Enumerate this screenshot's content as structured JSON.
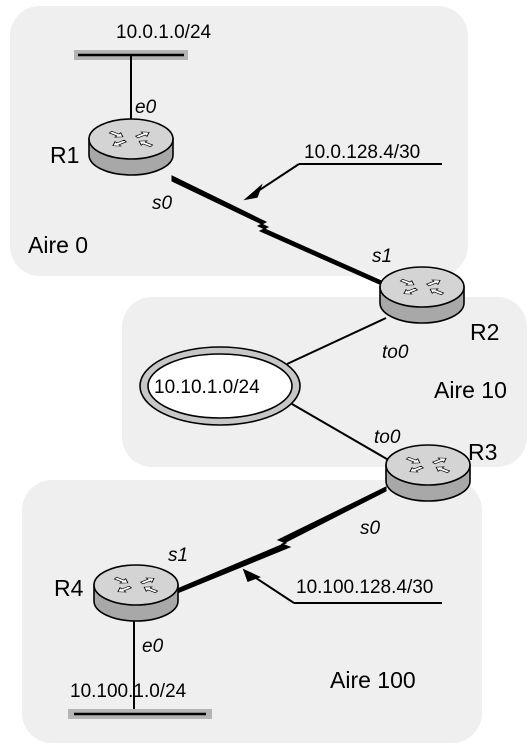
{
  "areas": [
    {
      "id": "area0",
      "label": "Aire 0"
    },
    {
      "id": "area10",
      "label": "Aire 10"
    },
    {
      "id": "area100",
      "label": "Aire 100"
    }
  ],
  "routers": [
    {
      "id": "r1",
      "name": "R1"
    },
    {
      "id": "r2",
      "name": "R2"
    },
    {
      "id": "r3",
      "name": "R3"
    },
    {
      "id": "r4",
      "name": "R4"
    }
  ],
  "networks": {
    "r1_lan": "10.0.1.0/24",
    "r1_r2_serial": "10.0.128.4/30",
    "token_ring": "10.10.1.0/24",
    "r3_r4_serial": "10.100.128.4/30",
    "r4_lan": "10.100.1.0/24"
  },
  "interfaces": {
    "r1_e0": "e0",
    "r1_s0": "s0",
    "r2_s1": "s1",
    "r2_to0": "to0",
    "r3_to0": "to0",
    "r3_s0": "s0",
    "r4_s1": "s1",
    "r4_e0": "e0"
  },
  "colors": {
    "area_background": "#efefef",
    "router_top": "#d4d4d4",
    "router_side": "#a8a8a8",
    "lan_segment": "#b4b4b4",
    "line": "#000000"
  },
  "icons": [
    "router-icon",
    "token-ring-icon",
    "ethernet-segment-icon",
    "serial-link-icon"
  ]
}
